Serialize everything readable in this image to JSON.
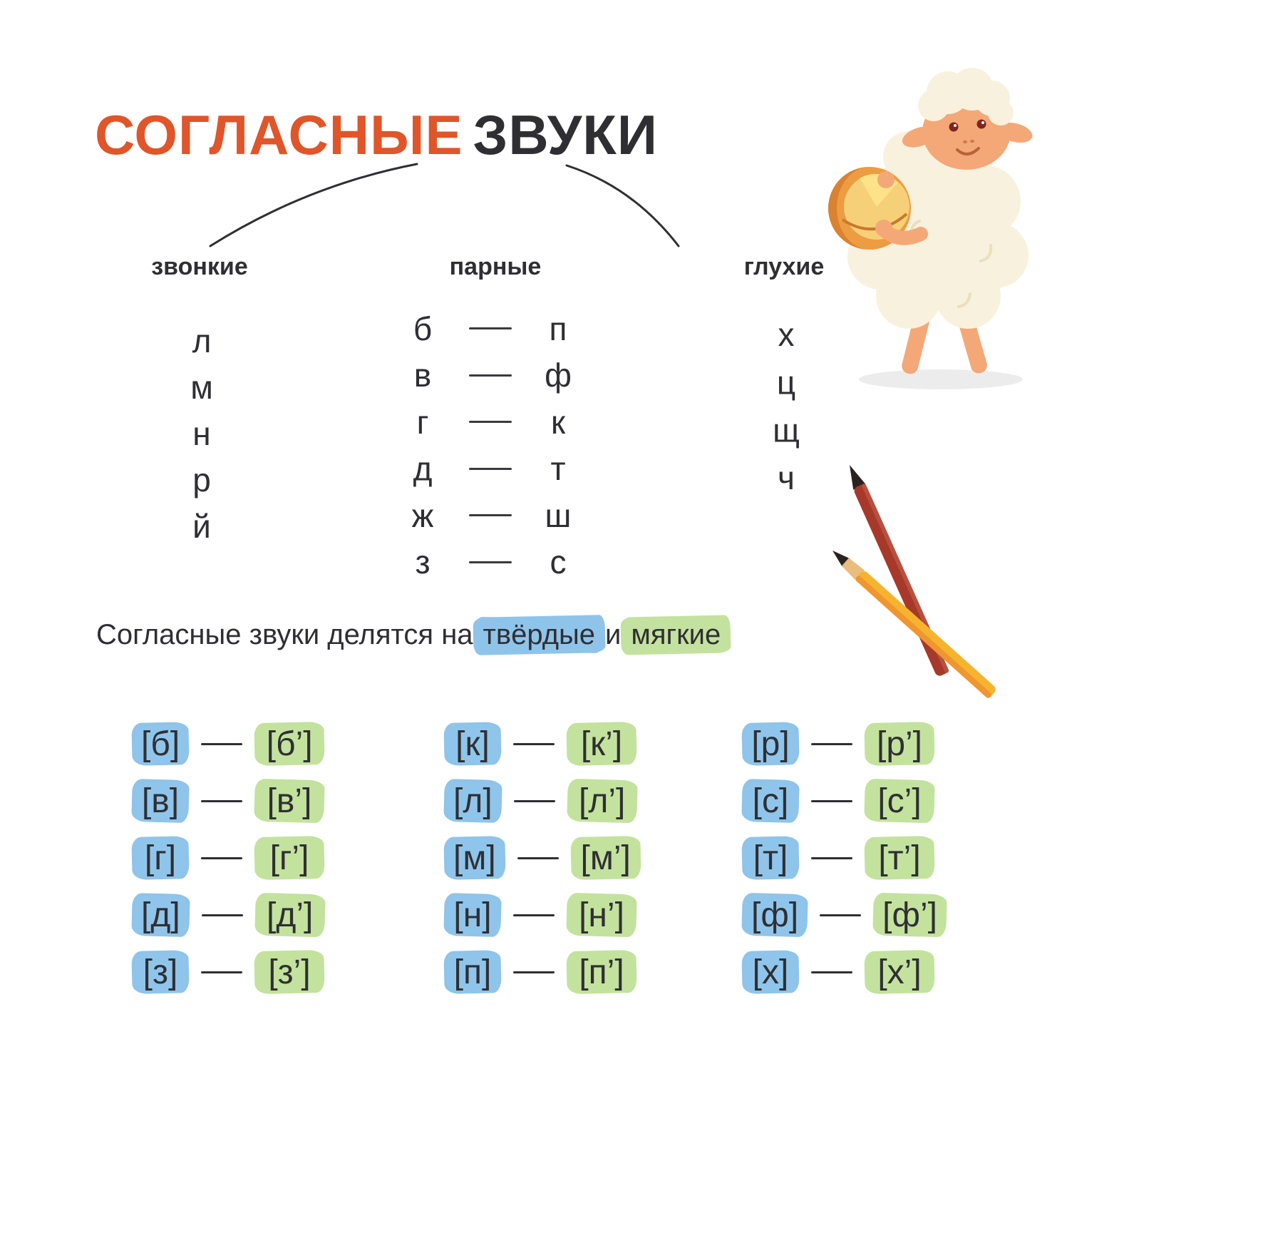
{
  "title": {
    "accent": "СОГЛАСНЫЕ",
    "rest": "ЗВУКИ"
  },
  "colors": {
    "accent_orange": "#e0552a",
    "text_dark": "#2f2f33",
    "highlight_blue": "#8fc4ea",
    "highlight_green": "#c3e29e"
  },
  "tree": {
    "voiced": {
      "label": "звонкие",
      "letters": [
        "л",
        "м",
        "н",
        "р",
        "й"
      ]
    },
    "paired": {
      "label": "парные",
      "pairs": [
        {
          "voiced": "б",
          "voiceless": "п"
        },
        {
          "voiced": "в",
          "voiceless": "ф"
        },
        {
          "voiced": "г",
          "voiceless": "к"
        },
        {
          "voiced": "д",
          "voiceless": "т"
        },
        {
          "voiced": "ж",
          "voiceless": "ш"
        },
        {
          "voiced": "з",
          "voiceless": "с"
        }
      ]
    },
    "voiceless": {
      "label": "глухие",
      "letters": [
        "х",
        "ц",
        "щ",
        "ч"
      ]
    }
  },
  "sentence": {
    "before": "Согласные звуки делятся на",
    "hard": "твёрдые",
    "and": "и",
    "soft": "мягкие"
  },
  "pairs_grid": {
    "columns": [
      {
        "rows": [
          {
            "hard": "[б]",
            "soft": "[б’]"
          },
          {
            "hard": "[в]",
            "soft": "[в’]"
          },
          {
            "hard": "[г]",
            "soft": "[г’]"
          },
          {
            "hard": "[д]",
            "soft": "[д’]"
          },
          {
            "hard": "[з]",
            "soft": "[з’]"
          }
        ]
      },
      {
        "rows": [
          {
            "hard": "[к]",
            "soft": "[к’]"
          },
          {
            "hard": "[л]",
            "soft": "[л’]"
          },
          {
            "hard": "[м]",
            "soft": "[м’]"
          },
          {
            "hard": "[н]",
            "soft": "[н’]"
          },
          {
            "hard": "[п]",
            "soft": "[п’]"
          }
        ]
      },
      {
        "rows": [
          {
            "hard": "[р]",
            "soft": "[р’]"
          },
          {
            "hard": "[с]",
            "soft": "[с’]"
          },
          {
            "hard": "[т]",
            "soft": "[т’]"
          },
          {
            "hard": "[ф]",
            "soft": "[ф’]"
          },
          {
            "hard": "[х]",
            "soft": "[х’]"
          }
        ]
      }
    ]
  },
  "illustrations": {
    "sheep_icon": "sheep-with-tambourine",
    "pencils_icon": "two-colored-pencils"
  }
}
